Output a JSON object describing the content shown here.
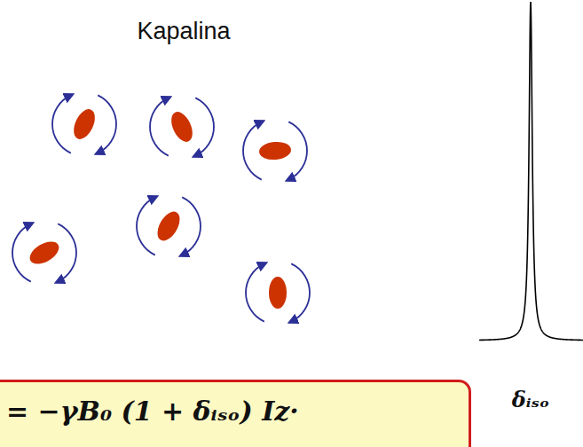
{
  "diagram": {
    "title": "Kapalina",
    "nodes": [
      {
        "text": [
          "= −γB₀ (1 + δᵢₛₒ) Iz·"
        ]
      }
    ],
    "labels": [
      "δᵢₛₒ"
    ]
  }
}
